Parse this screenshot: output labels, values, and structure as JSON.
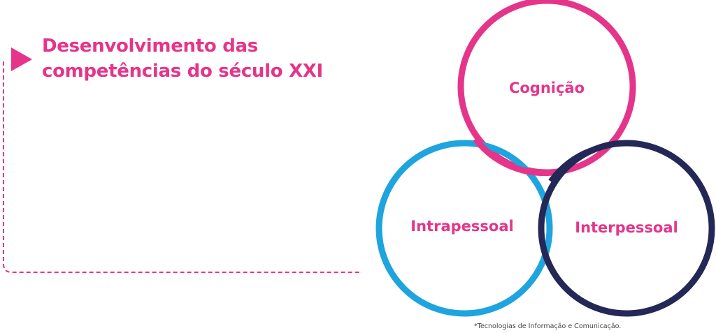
{
  "header": {
    "title_line1": "Desenvolvimento das",
    "title_line2": "competências do século XXI",
    "icon": "play-triangle-icon"
  },
  "diagram": {
    "circles": [
      {
        "label": "Cognição",
        "color": "#e5358a"
      },
      {
        "label": "Intrapessoal",
        "color": "#1ea4de"
      },
      {
        "label": "Interpessoal",
        "color": "#232856"
      }
    ],
    "label_color": "#e5358a"
  },
  "footnote": "*Tecnologias de Informação e Comunicação.",
  "colors": {
    "accent": "#e5358a",
    "frame": "#e5358a"
  }
}
